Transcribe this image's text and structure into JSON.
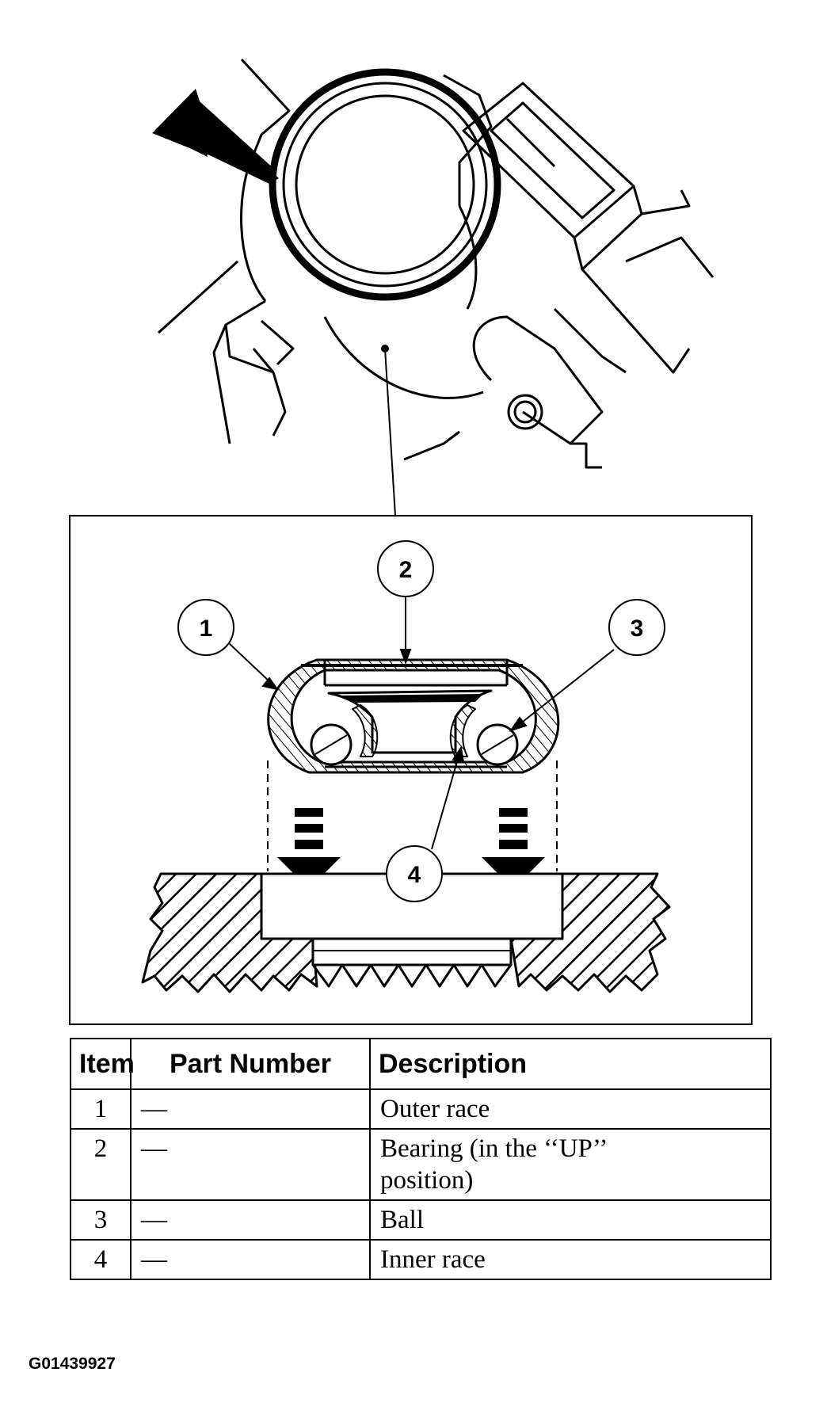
{
  "callouts": [
    "1",
    "2",
    "3",
    "4"
  ],
  "table": {
    "headers": {
      "item": "Item",
      "part_number": "Part Number",
      "description": "Description"
    },
    "rows": [
      {
        "item": "1",
        "part_number": "—",
        "description": "Outer race"
      },
      {
        "item": "2",
        "part_number": "—",
        "description": "Bearing (in the ‘‘UP’’ position)"
      },
      {
        "item": "3",
        "part_number": "—",
        "description": "Ball"
      },
      {
        "item": "4",
        "part_number": "—",
        "description": "Inner race"
      }
    ]
  },
  "figure_code": "G01439927"
}
